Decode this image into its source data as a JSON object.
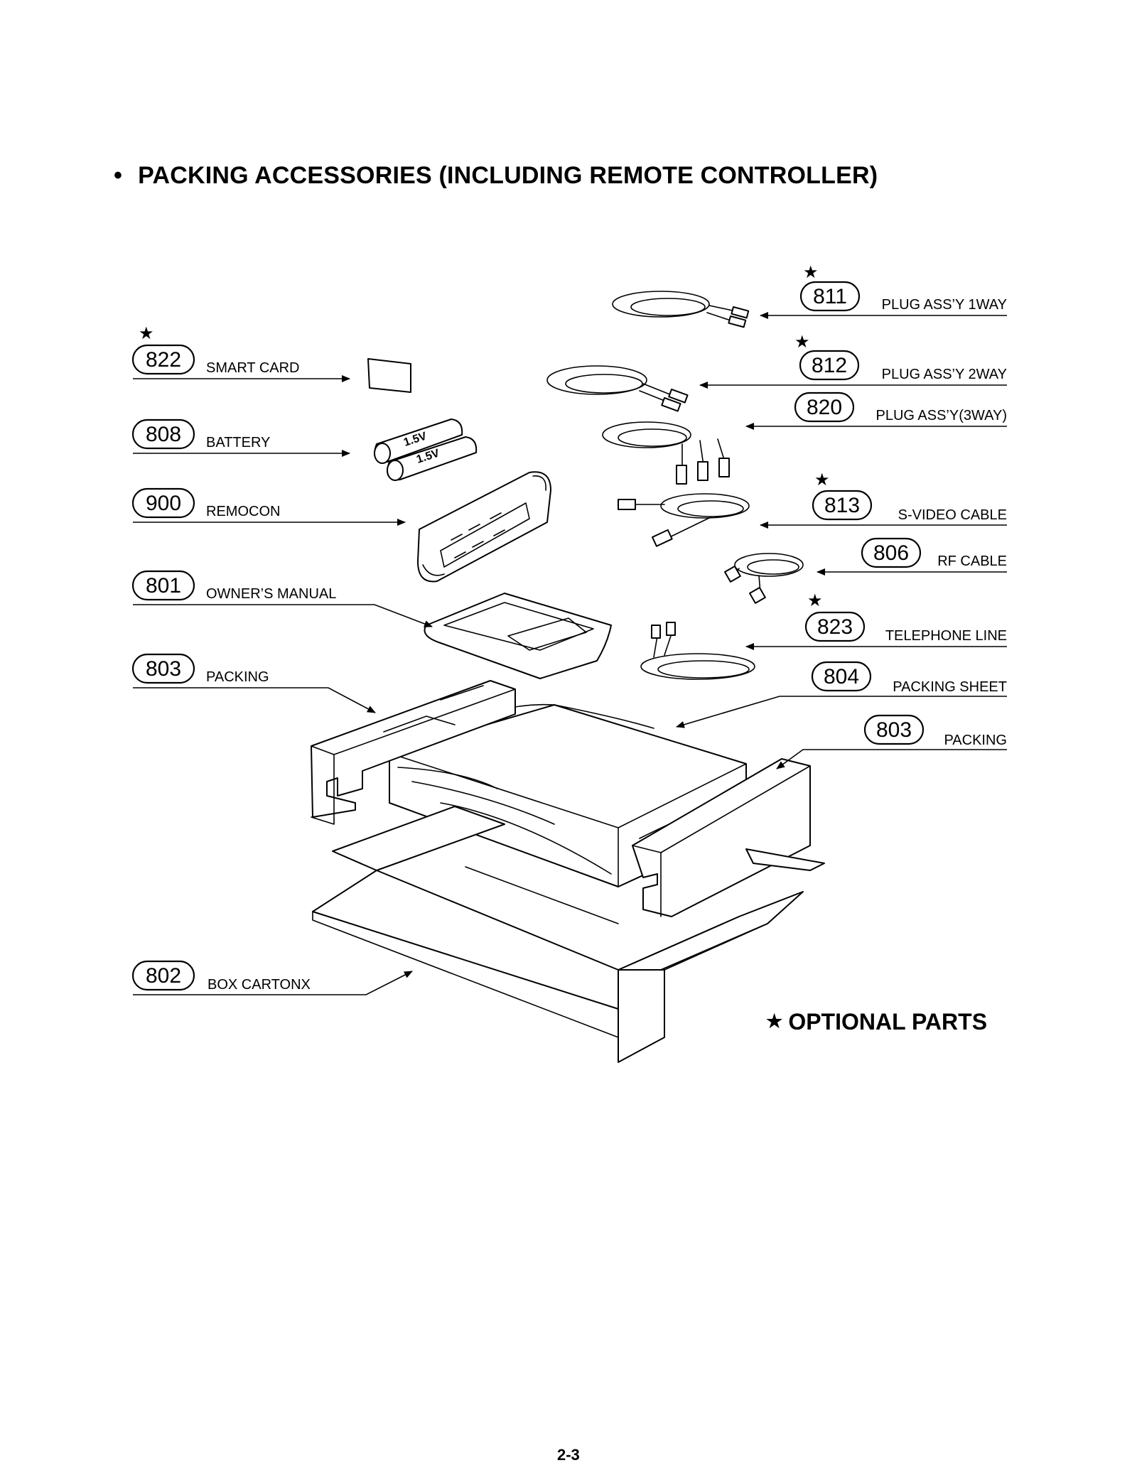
{
  "title": "PACKING ACCESSORIES (INCLUDING REMOTE CONTROLLER)",
  "bullet": "•",
  "optional_legend": {
    "star": "★",
    "label": "OPTIONAL PARTS"
  },
  "page_number": "2-3",
  "parts_left": [
    {
      "num": "822",
      "label": "SMART CARD",
      "optional": true
    },
    {
      "num": "808",
      "label": "BATTERY",
      "optional": false
    },
    {
      "num": "900",
      "label": "REMOCON",
      "optional": false
    },
    {
      "num": "801",
      "label": "OWNER’S MANUAL",
      "optional": false
    },
    {
      "num": "803",
      "label": "PACKING",
      "optional": false
    },
    {
      "num": "802",
      "label": "BOX CARTONX",
      "optional": false
    }
  ],
  "parts_right": [
    {
      "num": "811",
      "label": "PLUG ASS’Y 1WAY",
      "optional": true
    },
    {
      "num": "812",
      "label": "PLUG ASS’Y 2WAY",
      "optional": true
    },
    {
      "num": "820",
      "label": "PLUG ASS’Y(3WAY)",
      "optional": false
    },
    {
      "num": "813",
      "label": "S-VIDEO CABLE",
      "optional": true
    },
    {
      "num": "806",
      "label": "RF CABLE",
      "optional": false
    },
    {
      "num": "823",
      "label": "TELEPHONE LINE",
      "optional": true
    },
    {
      "num": "804",
      "label": "PACKING SHEET",
      "optional": false
    },
    {
      "num": "803",
      "label": "PACKING",
      "optional": false
    }
  ],
  "battery_marking": "1.5V"
}
